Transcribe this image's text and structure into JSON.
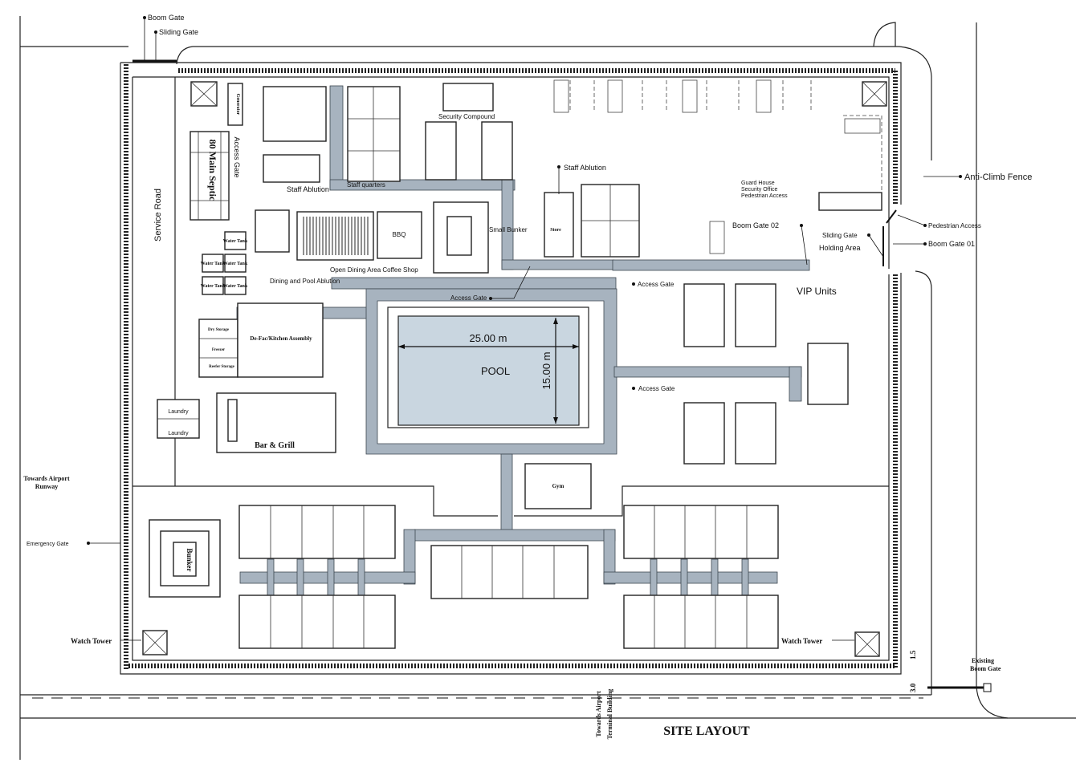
{
  "title": "SITE LAYOUT",
  "colors": {
    "pool": "#c9d6e0",
    "walkway": "#a7b3bf",
    "line": "#222222"
  },
  "labels": {
    "boom_gate": "Boom Gate",
    "sliding_gate": "Sliding Gate",
    "service_road": "Service Road",
    "generator": "Generator",
    "septic": "80 Main Septic",
    "access_gate": "Access Gate",
    "staff_ablution_left": "Staff Ablution",
    "staff_quarters": "Staff quarters",
    "security_compound": "Security Compound",
    "staff_ablution_right": "Staff Ablution",
    "store": "Store",
    "bbq": "BBQ",
    "small_bunker": "Small Bunker",
    "open_dining": "Open Dining Area Coffee Shop",
    "dining_pool_ablution": "Dining and Pool Ablution",
    "water_tank": "Water Tank",
    "access_gate_pool": "Access Gate",
    "access_gate_vip_top": "Access Gate",
    "access_gate_vip_mid": "Access Gate",
    "guard_house": "Guard House",
    "security_office": "Security Office",
    "pedestrian_access_left": "Pedestrian Access",
    "anti_climb_fence": "Anti-Climb Fence",
    "boom_gate_02": "Boom Gate 02",
    "sliding_gate_right": "Sliding Gate",
    "holding_area": "Holding Area",
    "pedestrian_access_right": "Pedestrian Access",
    "boom_gate_01": "Boom Gate 01",
    "vip_units": "VIP Units",
    "pool": "POOL",
    "pool_length": "25.00 m",
    "pool_width": "15.00 m",
    "dry_storage": "Dry Storage",
    "freezer": "Freezer",
    "reefer_storage": "Reefer Storage",
    "kitchen": "De-Fac/Kitchen Assembly",
    "laundry_1": "Laundry",
    "laundry_2": "Laundry",
    "bar_grill": "Bar & Grill",
    "gym": "Gym",
    "towards_runway_1": "Towards Airport",
    "towards_runway_2": "Runway",
    "emergency_gate": "Emergency Gate",
    "bunker": "Bunker",
    "watch_tower_left": "Watch Tower",
    "watch_tower_right": "Watch Tower",
    "existing_boom_gate_1": "Existing",
    "existing_boom_gate_2": "Boom Gate",
    "dim_1_5": "1.5",
    "dim_3_0": "3.0",
    "towards_terminal_1": "Towards Airport",
    "towards_terminal_2": "Terminal Building"
  }
}
